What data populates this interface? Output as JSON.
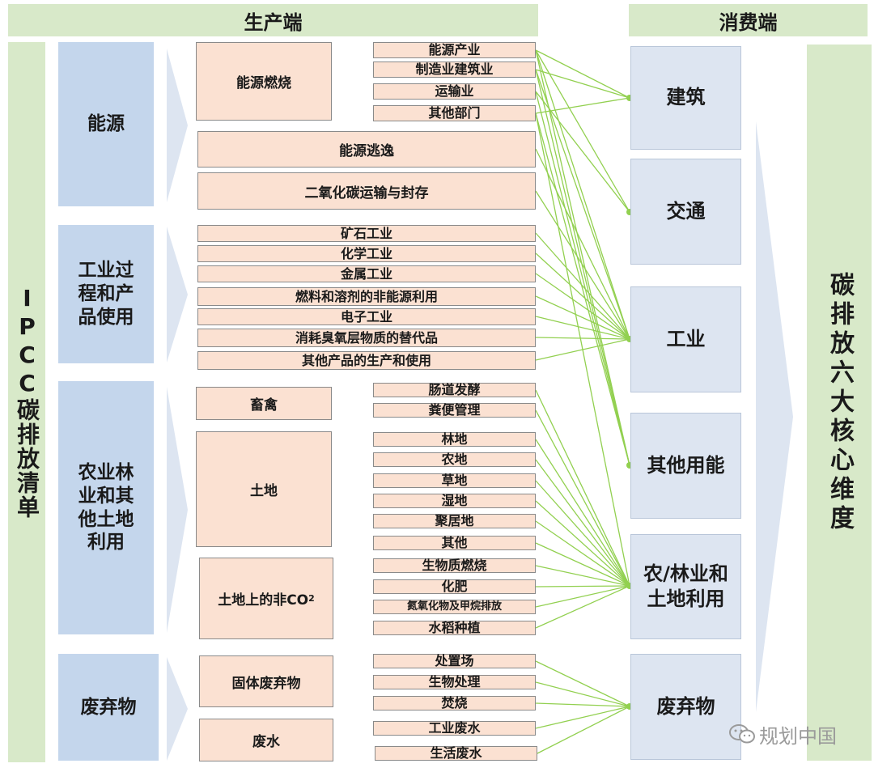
{
  "header": {
    "production": "生产端",
    "consumption": "消费端"
  },
  "left_title": "IPCC碳排放清单",
  "right_title": "碳排放六大核心维度",
  "categories": [
    {
      "label": "能源"
    },
    {
      "label": "工业过程和产品使用"
    },
    {
      "label": "农业林业和其他土地利用"
    },
    {
      "label": "废弃物"
    }
  ],
  "groups": {
    "energy_combustion": "能源燃烧",
    "livestock": "畜禽",
    "land": "土地",
    "land_non_co2": "土地上的非CO",
    "land_non_co2_sub": "2",
    "solid_waste": "固体废弃物",
    "wastewater": "废水"
  },
  "items": {
    "energy_industry": "能源产业",
    "manufacturing_construction": "制造业建筑业",
    "transport": "运输业",
    "other_sectors": "其他部门",
    "fugitive": "能源逃逸",
    "ccs": "二氧化碳运输与封存",
    "mineral": "矿石工业",
    "chemical": "化学工业",
    "metal": "金属工业",
    "fuel_solvent": "燃料和溶剂的非能源利用",
    "electronics": "电子工业",
    "ods_substitutes": "消耗臭氧层物质的替代品",
    "other_products": "其他产品的生产和使用",
    "enteric": "肠道发酵",
    "manure": "粪便管理",
    "forest": "林地",
    "cropland": "农地",
    "grassland": "草地",
    "wetland": "湿地",
    "settlement": "聚居地",
    "other_land": "其他",
    "biomass_burning": "生物质燃烧",
    "fertilizer": "化肥",
    "n2o_ch4": "氮氧化物及甲烷排放",
    "rice": "水稻种植",
    "landfill": "处置场",
    "biological": "生物处理",
    "incineration": "焚烧",
    "industrial_ww": "工业废水",
    "domestic_ww": "生活废水"
  },
  "consumption": {
    "building": "建筑",
    "traffic": "交通",
    "industry": "工业",
    "other_energy": "其他用能",
    "agri_land": "农/林业和土地利用",
    "waste": "废弃物"
  },
  "watermark": "规划中国",
  "colors": {
    "link_line": "#92d050",
    "header_bg": "#d8e9c9",
    "category_bg": "#c4d6ec",
    "item_bg": "#fbe1d2",
    "consumer_bg": "#dde5f1"
  }
}
